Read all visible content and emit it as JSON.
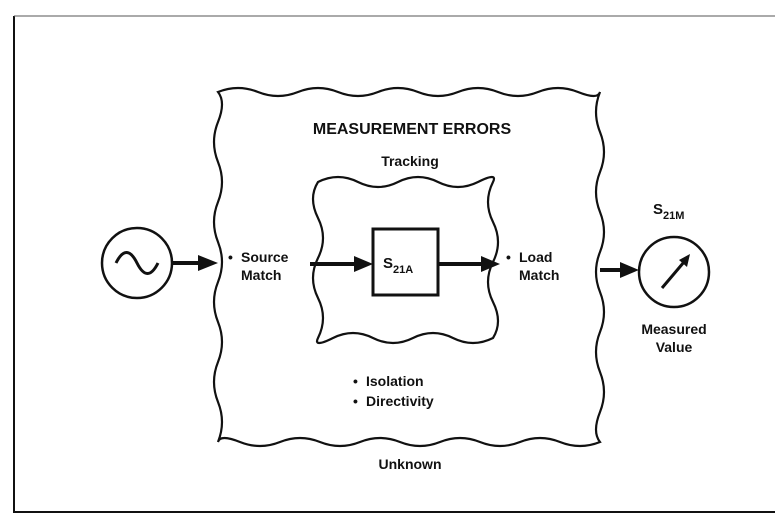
{
  "diagram": {
    "title": "MEASUREMENT ERRORS",
    "tracking_label": "Tracking",
    "unknown_label": "Unknown",
    "source_match": {
      "bullet": "•",
      "line1": "Source",
      "line2": "Match"
    },
    "load_match": {
      "bullet": "•",
      "line1": "Load",
      "line2": "Match"
    },
    "isolation": {
      "bullet": "•",
      "text": "Isolation"
    },
    "directivity": {
      "bullet": "•",
      "text": "Directivity"
    },
    "dut": {
      "main": "S",
      "sub": "21A"
    },
    "measured": {
      "main": "S",
      "sub": "21M",
      "line1": "Measured",
      "line2": "Value"
    },
    "icons": {
      "source": "sine-wave-source-icon",
      "meter": "meter-dial-icon"
    }
  }
}
